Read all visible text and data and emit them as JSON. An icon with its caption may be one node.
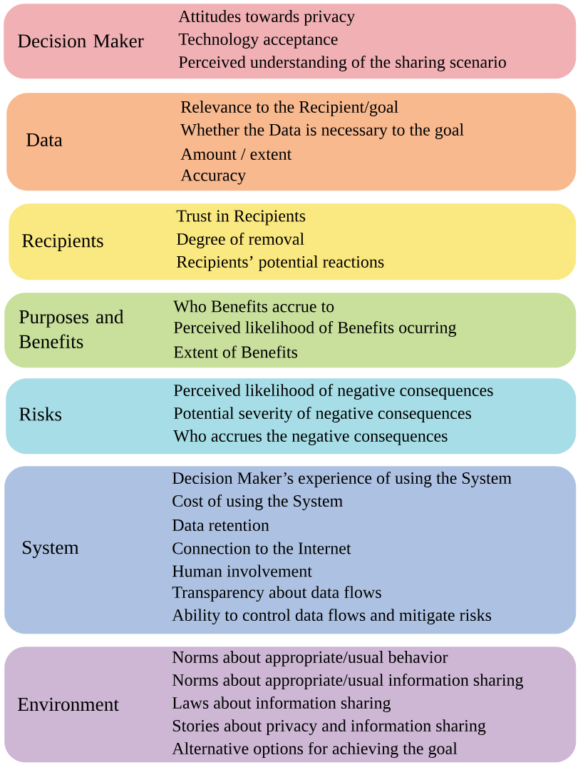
{
  "diagram": {
    "nodes": [
      {
        "text": [
          "Decision Maker",
          "Attitudes towards privacy",
          "Technology acceptance",
          "Perceived understanding of the sharing scenario"
        ]
      },
      {
        "text": [
          "Data",
          "Relevance to the Recipient/goal",
          "Whether the Data is necessary to the goal",
          "Amount / extent",
          "Accuracy"
        ]
      },
      {
        "text": [
          "Recipients",
          "Trust in Recipients",
          "Degree of removal",
          "Recipients’ potential reactions"
        ]
      },
      {
        "text": [
          "Purposes and Benefits",
          "Who Benefits accrue to",
          "Perceived likelihood of Benefits ocurring",
          "Extent of Benefits"
        ]
      },
      {
        "text": [
          "Risks",
          "Perceived likelihood of negative consequences",
          "Potential severity of negative consequences",
          "Who accrues the negative consequences"
        ]
      },
      {
        "text": [
          "System",
          "Decision Maker’s experience of using the System",
          "Cost of using the System",
          "Data retention",
          "Connection to the Internet",
          "Human involvement",
          "Transparency about data flows",
          "Ability to control data flows and mitigate risks"
        ]
      },
      {
        "text": [
          "Environment",
          "Norms about appropriate/usual behavior",
          "Norms about appropriate/usual information sharing",
          "Laws about information sharing",
          "Stories about privacy and information sharing",
          "Alternative options for achieving the goal"
        ]
      }
    ]
  }
}
